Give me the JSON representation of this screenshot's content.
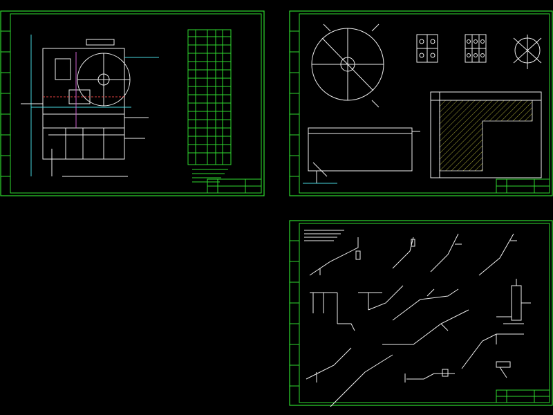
{
  "sheets": [
    {
      "id": "plan"
    },
    {
      "id": "details"
    },
    {
      "id": "isometrics"
    }
  ],
  "colors": {
    "background": "#000000",
    "frame": "#2fdc2f",
    "lines": "#f0f0f0",
    "hatch": "#e8e84a",
    "cyan": "#48d8e0",
    "red": "#e04040"
  }
}
